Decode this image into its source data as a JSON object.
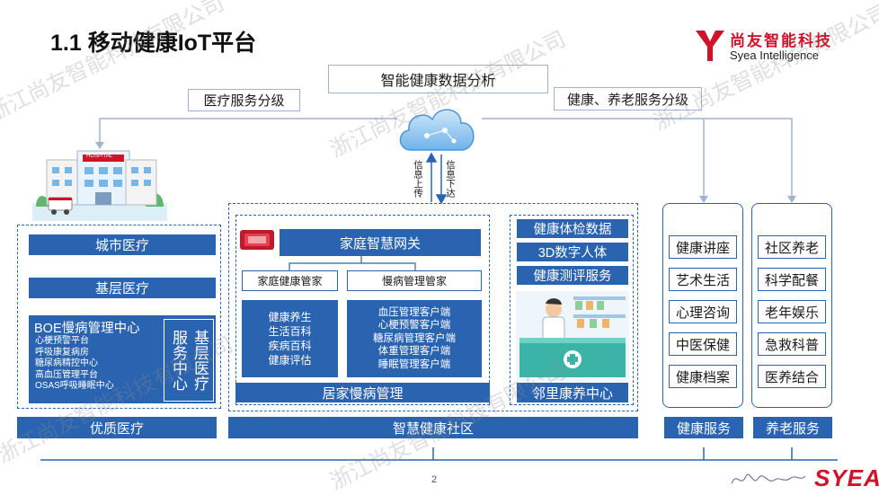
{
  "slide": {
    "title": "1.1 移动健康IoT平台",
    "page_number": "2"
  },
  "logo": {
    "cn": "尚友智能科技",
    "en": "Syea Intelligence",
    "brand": "SYEA",
    "color": "#d0122a"
  },
  "top": {
    "analysis": "智能健康数据分析",
    "left_tier": "医疗服务分级",
    "right_tier": "健康、养老服务分级",
    "upload": "信息上传",
    "download": "信息下达"
  },
  "medical": {
    "hospital_sign": "HOSPITAL",
    "city": "城市医疗",
    "grassroots": "基层医疗",
    "boe_title": "BOE慢病管理中心",
    "boe_items": [
      "心梗预警平台",
      "呼吸康复病房",
      "糖尿病精控中心",
      "高血压管理平台",
      "OSAS呼吸睡眠中心"
    ],
    "service_center": "服务中心",
    "grassroots_v": "基层医疗",
    "footer": "优质医疗"
  },
  "home": {
    "gateway": "家庭智慧网关",
    "steward1": "家庭健康管家",
    "steward2": "慢病管理管家",
    "list1": [
      "健康养生",
      "生活百科",
      "疾病百科",
      "健康评估"
    ],
    "list2": [
      "血压管理客户端",
      "心梗预警客户端",
      "糖尿病管理客户端",
      "体重管理客户端",
      "睡眠管理客户端"
    ],
    "footer": "居家慢病管理"
  },
  "neighbor": {
    "items": [
      "健康体检数据",
      "3D数字人体",
      "健康测评服务"
    ],
    "footer": "邻里康养中心"
  },
  "community_footer": "智慧健康社区",
  "health": {
    "items": [
      "健康讲座",
      "艺术生活",
      "心理咨询",
      "中医保健",
      "健康档案"
    ],
    "footer": "健康服务"
  },
  "elderly": {
    "items": [
      "社区养老",
      "科学配餐",
      "老年娱乐",
      "急救科普",
      "医养结合"
    ],
    "footer": "养老服务"
  },
  "watermark": "浙江尚友智能科技有限公司",
  "colors": {
    "primary": "#2a64b0",
    "accent": "#d0122a"
  }
}
